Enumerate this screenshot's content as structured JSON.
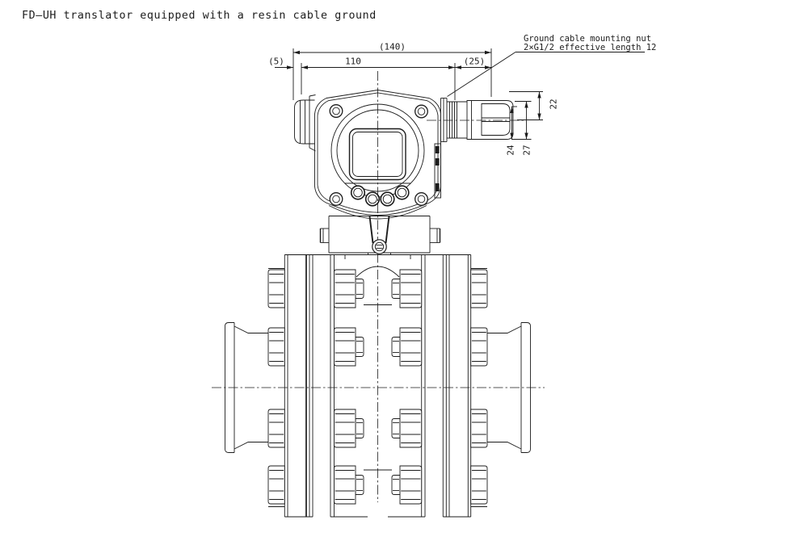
{
  "title": "FD—UH translator equipped with a resin cable ground",
  "annotation": {
    "line1": "Ground cable mounting nut",
    "line2": "2×G1/2 effective length 12"
  },
  "dimensions": {
    "overall_width": "(140)",
    "left_protrusion": "(5)",
    "housing_width": "110",
    "gland_length": "(25)",
    "gland_height": "22",
    "gland_across_flats": "24",
    "gland_across_corners": "27"
  },
  "colors": {
    "line": "#1c1c1c",
    "background": "#ffffff"
  }
}
